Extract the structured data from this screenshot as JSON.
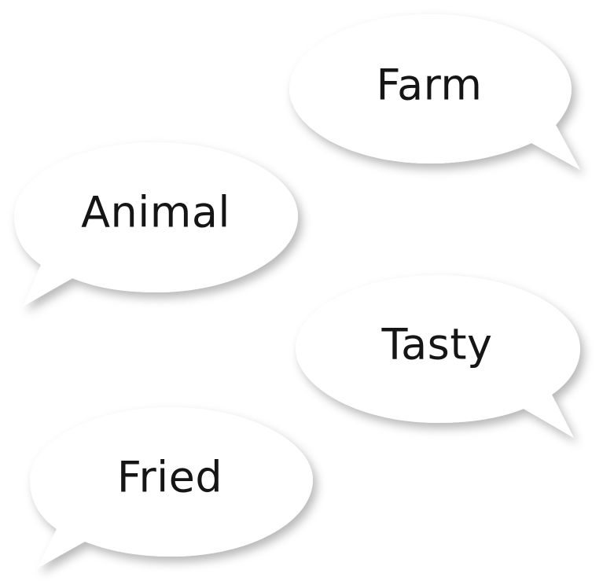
{
  "colors": {
    "background": "#ffffff",
    "bubble_fill": "#ffffff",
    "bubble_shadow": "#000000",
    "text": "#151515"
  },
  "bubbles": [
    {
      "label": "Farm",
      "tail": "right"
    },
    {
      "label": "Animal",
      "tail": "left"
    },
    {
      "label": "Tasty",
      "tail": "right"
    },
    {
      "label": "Fried",
      "tail": "left"
    }
  ]
}
